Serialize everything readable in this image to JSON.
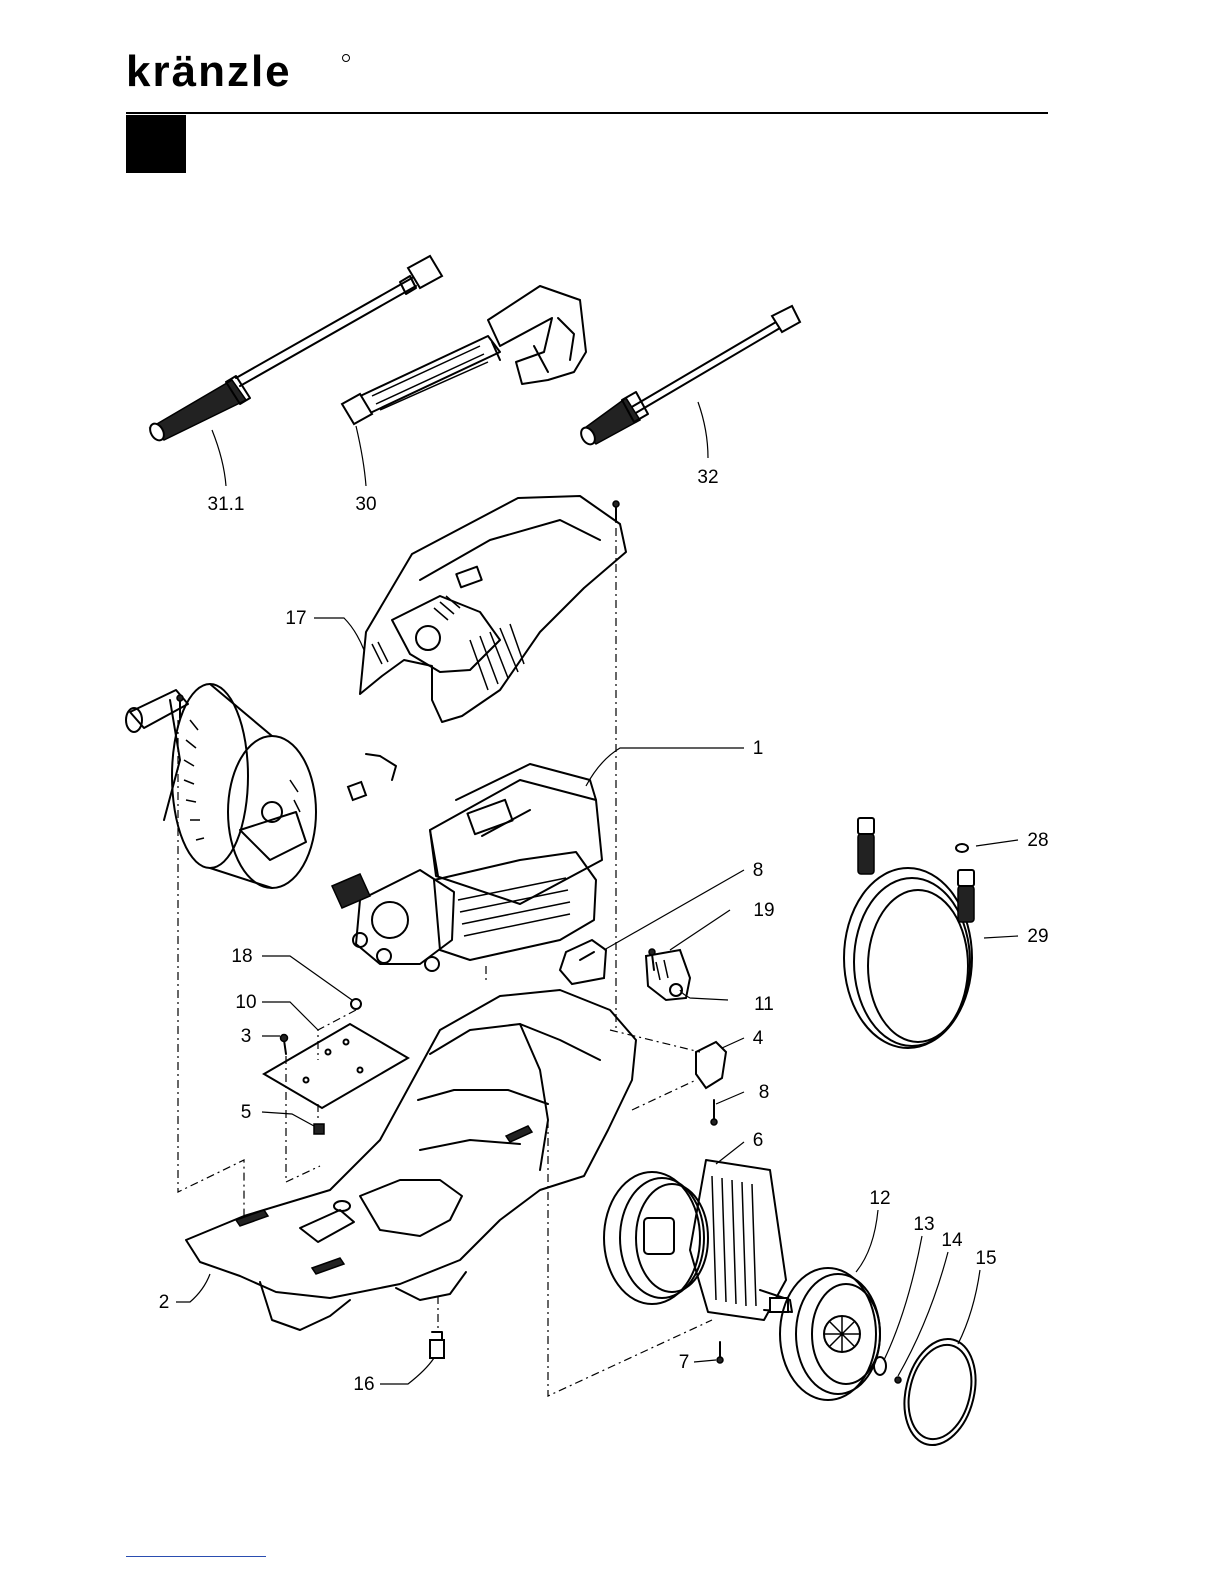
{
  "header": {
    "brand": "kränzle"
  },
  "callouts": [
    "31.1",
    "30",
    "32",
    "17",
    "1",
    "28",
    "29",
    "8",
    "19",
    "18",
    "10",
    "3",
    "4",
    "8",
    "11",
    "5",
    "6",
    "12",
    "13",
    "14",
    "15",
    "2",
    "7",
    "16"
  ]
}
